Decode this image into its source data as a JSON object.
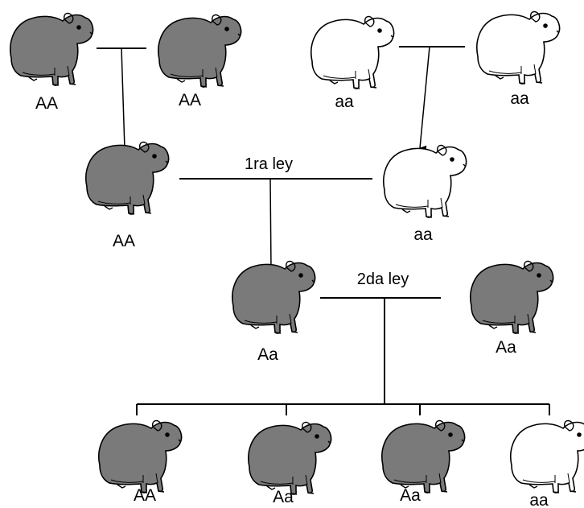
{
  "colors": {
    "dominant_fill": "#7a7a7a",
    "recessive_fill": "#ffffff",
    "outline": "#000000",
    "line": "#000000"
  },
  "icon": "guinea-pig-icon",
  "parents": {
    "left_1": {
      "genotype": "AA",
      "color": "dominant"
    },
    "left_2": {
      "genotype": "AA",
      "color": "dominant"
    },
    "right_1": {
      "genotype": "aa",
      "color": "recessive"
    },
    "right_2": {
      "genotype": "aa",
      "color": "recessive"
    }
  },
  "gen1": {
    "left": {
      "genotype": "AA",
      "color": "dominant"
    },
    "right": {
      "genotype": "aa",
      "color": "recessive"
    },
    "law_label": "1ra ley"
  },
  "gen2": {
    "left": {
      "genotype": "Aa",
      "color": "dominant"
    },
    "right": {
      "genotype": "Aa",
      "color": "dominant"
    },
    "law_label": "2da ley"
  },
  "offspring": [
    {
      "genotype": "AA",
      "color": "dominant"
    },
    {
      "genotype": "Aa",
      "color": "dominant"
    },
    {
      "genotype": "Aa",
      "color": "dominant"
    },
    {
      "genotype": "aa",
      "color": "recessive"
    }
  ]
}
